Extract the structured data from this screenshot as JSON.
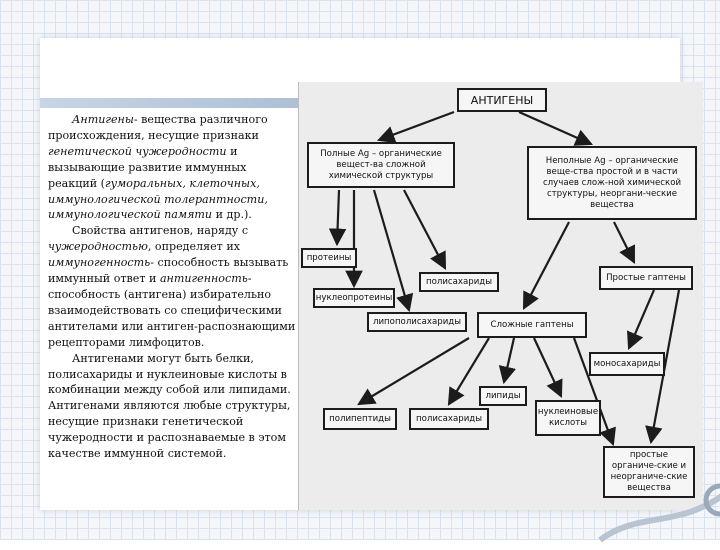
{
  "left_text": {
    "p1_term": "Антигены",
    "p1_a": "- вещества различного происхождения, несущие признаки ",
    "p1_b": "генетической чужеродности",
    "p1_c": " и вызывающие развитие иммунных реакций (",
    "p1_d": "гуморальных, клеточных, иммунологической толерантности, иммунологической памяти",
    "p1_e": " и др.).",
    "p2_a": "Свойства антигенов, наряду с ",
    "p2_b": "чужеродностью",
    "p2_c": ", определяет их ",
    "p2_d": "иммуногенность",
    "p2_e": "- способность вызывать иммунный ответ и ",
    "p2_f": "антигенность",
    "p2_g": "- способность (антигена) избирательно взаимодействовать со специфическими антителами или антиген-распознающими рецепторами лимфоцитов.",
    "p3": "Антигенами могут быть белки, полисахариды и нуклеиновые кислоты в комбинации между собой или липидами. Антигенами являются любые структуры, несущие признаки генетической чужеродности и распознаваемые в этом качестве иммунной системой."
  },
  "diagram": {
    "root": "АНТИГЕНЫ",
    "full_ag": "Полные Ag – органические вещест-ва сложной химической структуры",
    "partial_ag": "Неполные Ag – органические веще-ства простой и в части случаев слож-ной химической структуры, неоргани-ческие вещества",
    "proteins": "протеины",
    "polysaccharides": "полисахариды",
    "nucleoproteins": "нуклеопротеины",
    "lipopolysaccharides": "липополисахариды",
    "simple_haptens": "Простые гаптены",
    "complex_haptens": "Сложные гаптены",
    "monosaccharides": "моносахариды",
    "lipids": "липиды",
    "polypeptides": "полипептиды",
    "polysaccharides2": "полисахариды",
    "nucleic_acids": "нуклеиновые кислоты",
    "simple_organic": "простые органиче-ские и неорганиче-ские вещества"
  },
  "colors": {
    "grid": "#d9e3ef",
    "band": "#b8c8dc",
    "box_border": "#1c1c1c",
    "scan_bg": "#ececec"
  }
}
